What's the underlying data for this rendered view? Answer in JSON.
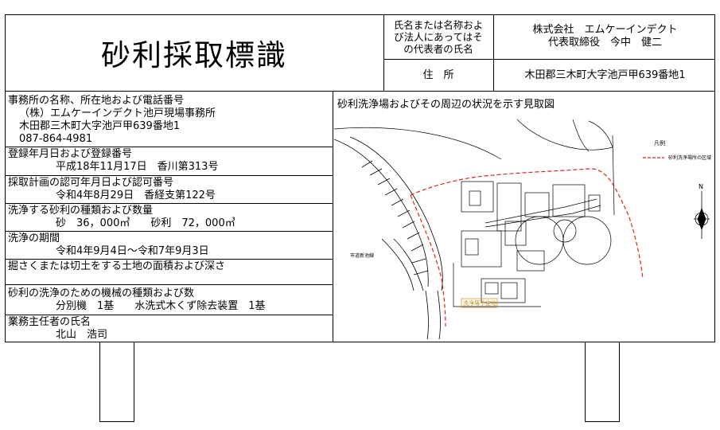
{
  "title": "砂利採取標識",
  "owner": {
    "label_lines": [
      "氏名または名称およ",
      "び法人にあってはそ",
      "の代表者の氏名"
    ],
    "value_lines": [
      "株式会社　エムケーインデクト",
      "代表取締役　今中　健二"
    ]
  },
  "address": {
    "label": "住　所",
    "value": "木田郡三木町大字池戸甲639番地1"
  },
  "sections": [
    {
      "label": "事務所の名称、所在地および電話番号",
      "values": [
        "（株）エムケーインデクト池戸現場事務所",
        "木田郡三木町大字池戸甲639番地1",
        "087-864-4981"
      ]
    },
    {
      "label": "登録年月日および登録番号",
      "values": [
        "平成18年11月17日　香川第313号"
      ]
    },
    {
      "label": "採取計画の認可年月日よび認可番号",
      "values": [
        "令和4年8月29日　香経支第122号"
      ]
    },
    {
      "label": "洗浄する砂利の種類および数量",
      "values": [
        "砂　36，000㎥　　砂利　72，000㎥"
      ]
    },
    {
      "label": "洗浄の期間",
      "values": [
        "令和4年9月4日～令和7年9月3日"
      ]
    },
    {
      "label": "掘さくまたは切土をする土地の面積および深さ",
      "values": []
    },
    {
      "label": "砂利の洗浄のための機械の種類および数",
      "values": [
        "分別機　1基　　水洗式木くず除去装置　1基"
      ]
    },
    {
      "label": "業務主任者の氏名",
      "values": [
        "北山　浩司"
      ]
    }
  ],
  "map": {
    "caption": "砂利洗浄場およびその周辺の状況を示す見取図",
    "legend_title": "凡例",
    "legend_item": "砂利洗浄場所の区域",
    "north": "N",
    "yard_label": "洗浄場予定地",
    "road_label": "市道新池線"
  },
  "colors": {
    "border": "#000000",
    "boundary": "#d9261c",
    "yard_label": "#c89010"
  }
}
